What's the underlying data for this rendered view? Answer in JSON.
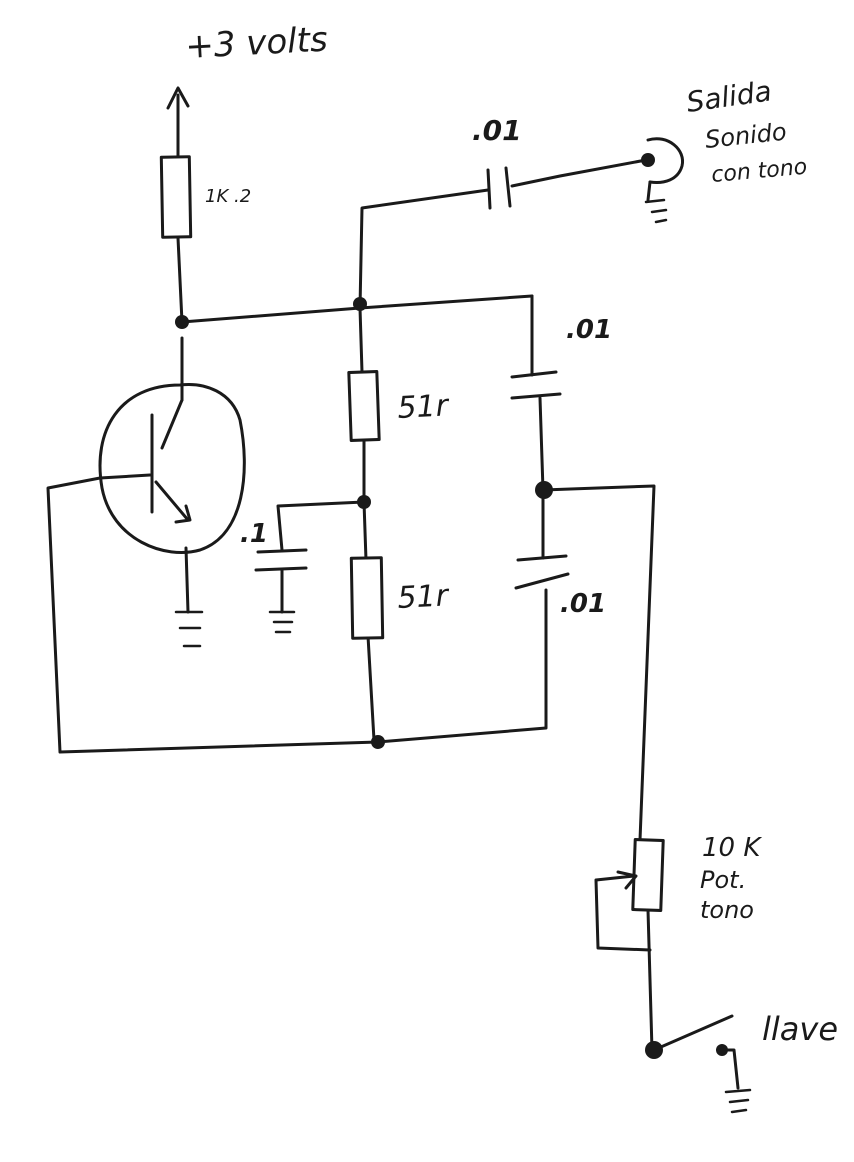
{
  "labels": {
    "supply": "+3 volts",
    "r_top": "1K .2",
    "c_output": ".01",
    "output_line1": "Salida",
    "output_line2": "Sonido",
    "output_line3": "con tono",
    "c_right_top": ".01",
    "r_mid_top": "51r",
    "c_left_small": ".1",
    "r_mid_bottom": "51r",
    "c_right_bottom": ".01",
    "pot_line1": "10 K",
    "pot_line2": "Pot.",
    "pot_line3": "tono",
    "switch": "llave"
  }
}
